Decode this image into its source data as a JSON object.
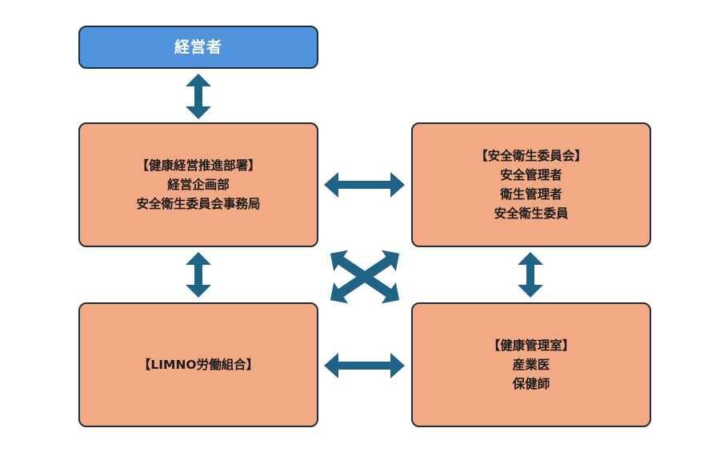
{
  "diagram": {
    "management": {
      "label": "経営者"
    },
    "health_promotion": {
      "lines": [
        "【健康経営推進部署】",
        "経営企画部",
        "安全衛生委員会事務局"
      ]
    },
    "safety_committee": {
      "lines": [
        "【安全衛生委員会】",
        "安全管理者",
        "衛生管理者",
        "安全衛生委員"
      ]
    },
    "union": {
      "lines": [
        "【LIMNO労働組合】"
      ]
    },
    "health_office": {
      "lines": [
        "【健康管理室】",
        "産業医",
        "保健師"
      ]
    },
    "colors": {
      "management_box": "#4f93dc",
      "department_box": "#f2aa84",
      "arrow": "#1f6387",
      "border": "#1f2d3d"
    },
    "connections": [
      [
        "management",
        "health_promotion"
      ],
      [
        "health_promotion",
        "safety_committee"
      ],
      [
        "health_promotion",
        "union"
      ],
      [
        "safety_committee",
        "health_office"
      ],
      [
        "union",
        "health_office"
      ],
      [
        "health_promotion",
        "health_office"
      ],
      [
        "safety_committee",
        "union"
      ]
    ]
  }
}
